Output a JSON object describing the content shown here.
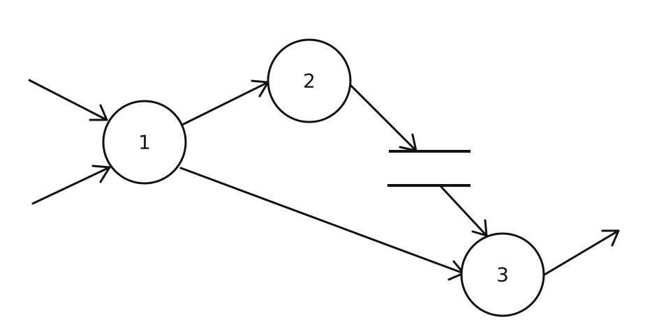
{
  "diagram": {
    "colors": {
      "ink": "#111111",
      "background": "#ffffff"
    },
    "nodes": [
      {
        "id": "1",
        "label": "1"
      },
      {
        "id": "2",
        "label": "2"
      },
      {
        "id": "3",
        "label": "3"
      }
    ],
    "edges": [
      {
        "from": "input",
        "to": "1"
      },
      {
        "from": "input",
        "to": "1"
      },
      {
        "from": "1",
        "to": "2"
      },
      {
        "from": "2",
        "to": "store"
      },
      {
        "from": "store",
        "to": "3"
      },
      {
        "from": "1",
        "to": "3"
      },
      {
        "from": "3",
        "to": "output"
      }
    ],
    "store": {
      "type": "data-store"
    }
  }
}
